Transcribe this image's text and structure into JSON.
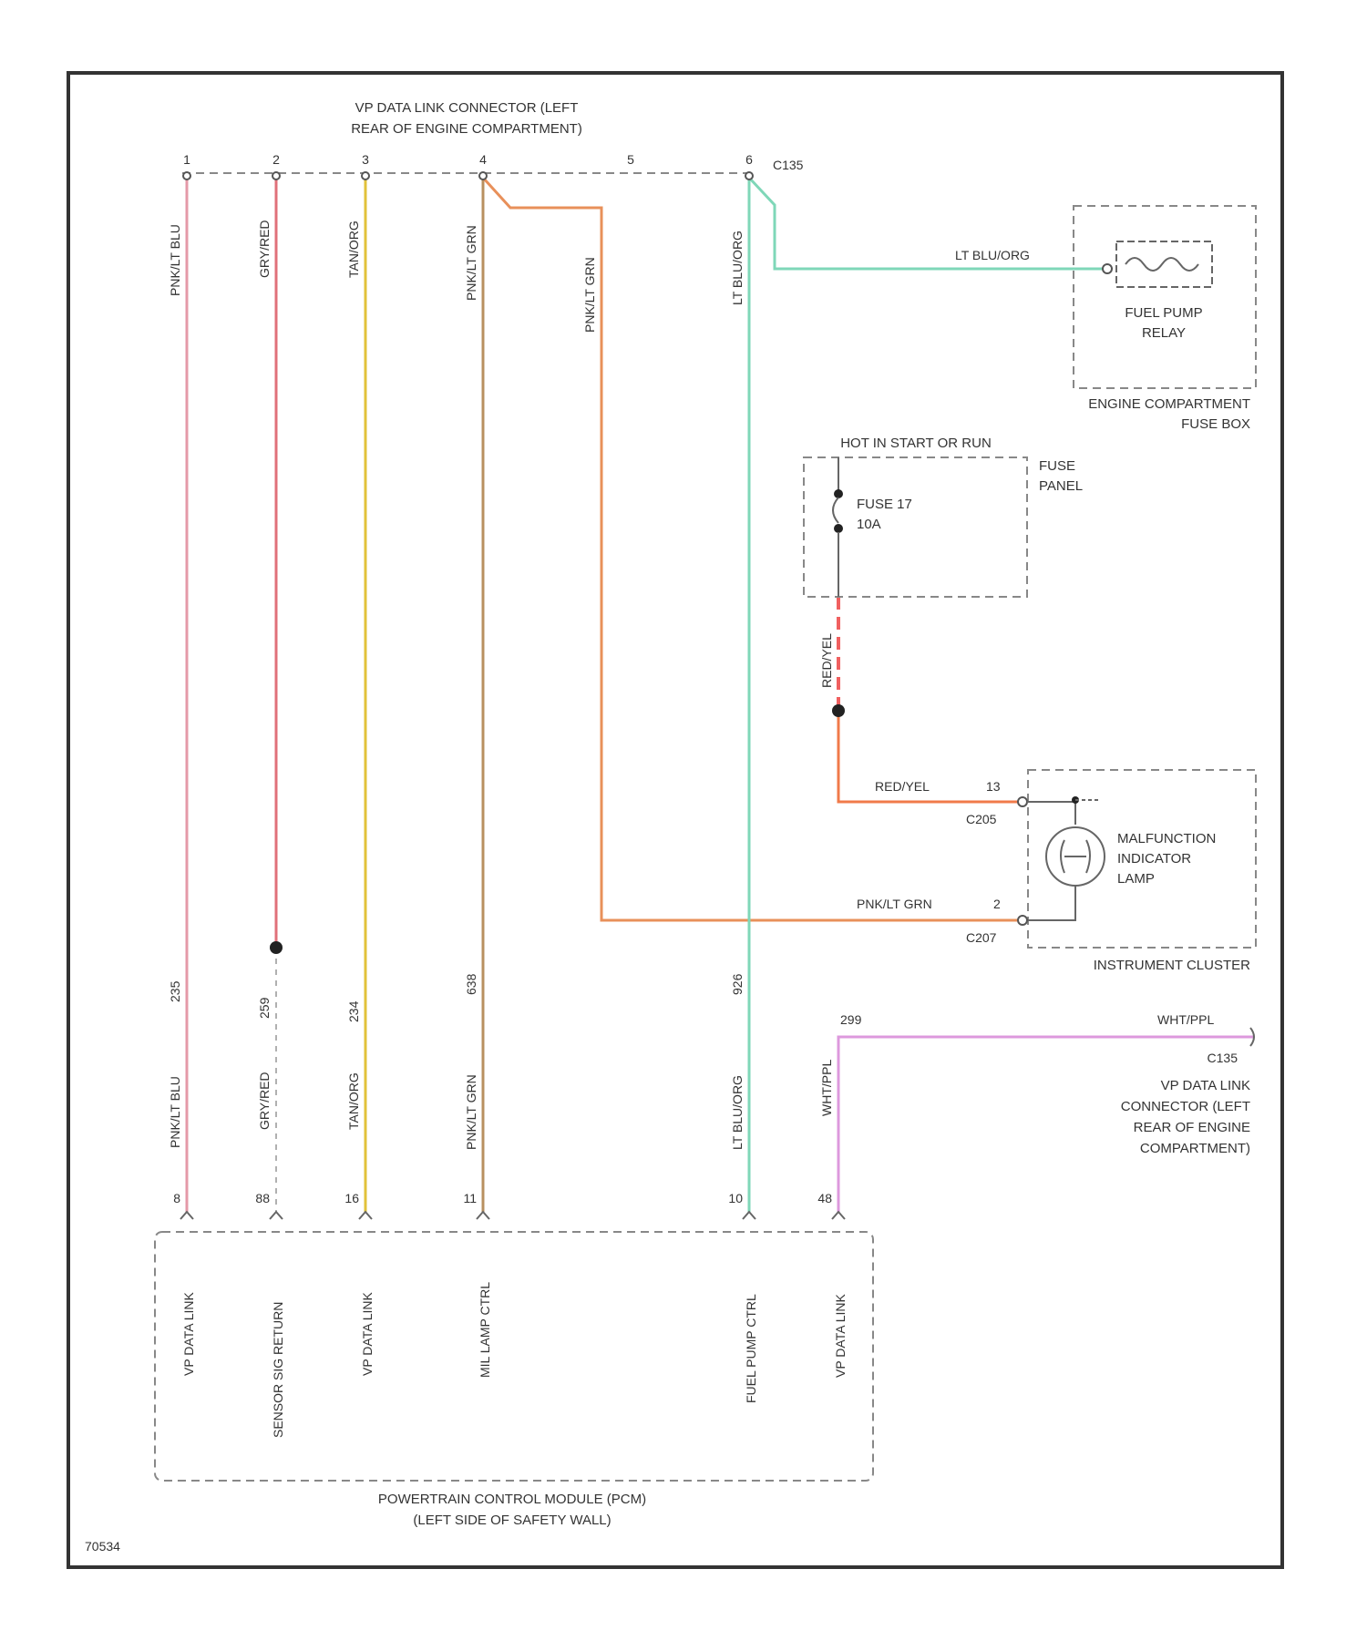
{
  "colors": {
    "pink_blu": "#e59aa8",
    "gry_red": "#e0707a",
    "tan_org": "#e2c23a",
    "pnk_lt_grn": "#b89060",
    "orange": "#e8905a",
    "lt_blu_org": "#7fd7b8",
    "red_yel": "#f07a4a",
    "wht_ppl": "#dd99dd",
    "frame": "#333333"
  },
  "top_connector": {
    "title_line1": "VP DATA LINK CONNECTOR (LEFT",
    "title_line2": "REAR OF ENGINE COMPARTMENT)",
    "connector_id": "C135",
    "pins": [
      "1",
      "2",
      "3",
      "4",
      "5",
      "6"
    ]
  },
  "wires_top": [
    "PNK/LT BLU",
    "GRY/RED",
    "TAN/ORG",
    "PNK/LT GRN",
    "PNK/LT GRN",
    "LT BLU/ORG"
  ],
  "wires_bottom": [
    {
      "color_label": "PNK/LT BLU",
      "circuit": "235"
    },
    {
      "color_label": "GRY/RED",
      "circuit": "259"
    },
    {
      "color_label": "TAN/ORG",
      "circuit": "234"
    },
    {
      "color_label": "PNK/LT GRN",
      "circuit": "638"
    },
    {
      "color_label": "LT BLU/ORG",
      "circuit": "926"
    },
    {
      "color_label": "WHT/PPL",
      "circuit": ""
    }
  ],
  "fuel_relay": {
    "wire_label": "LT BLU/ORG",
    "name_line1": "FUEL PUMP",
    "name_line2": "RELAY",
    "box_line1": "ENGINE COMPARTMENT",
    "box_line2": "FUSE BOX"
  },
  "fuse_panel": {
    "hot_label": "HOT IN START OR RUN",
    "panel_line1": "FUSE",
    "panel_line2": "PANEL",
    "fuse_line1": "FUSE 17",
    "fuse_line2": "10A",
    "wire_label": "RED/YEL"
  },
  "cluster": {
    "wire_top_label": "RED/YEL",
    "pin_top": "13",
    "conn_top": "C205",
    "wire_bottom_label": "PNK/LT GRN",
    "pin_bottom": "2",
    "conn_bottom": "C207",
    "lamp_line1": "MALFUNCTION",
    "lamp_line2": "INDICATOR",
    "lamp_line3": "LAMP",
    "box_label": "INSTRUMENT CLUSTER"
  },
  "vp_link_right": {
    "circuit": "299",
    "wire_label": "WHT/PPL",
    "connector_id": "C135",
    "line1": "VP DATA LINK",
    "line2": "CONNECTOR (LEFT",
    "line3": "REAR OF ENGINE",
    "line4": "COMPARTMENT)",
    "wire_vertical_label": "WHT/PPL"
  },
  "pcm": {
    "pins": [
      "8",
      "88",
      "16",
      "11",
      "10",
      "48"
    ],
    "labels": [
      "VP DATA LINK",
      "SENSOR SIG RETURN",
      "VP DATA LINK",
      "MIL LAMP CTRL",
      "FUEL PUMP CTRL",
      "VP DATA LINK"
    ],
    "title_line1": "POWERTRAIN CONTROL MODULE (PCM)",
    "title_line2": "(LEFT SIDE OF SAFETY WALL)"
  },
  "figure_id": "70534"
}
